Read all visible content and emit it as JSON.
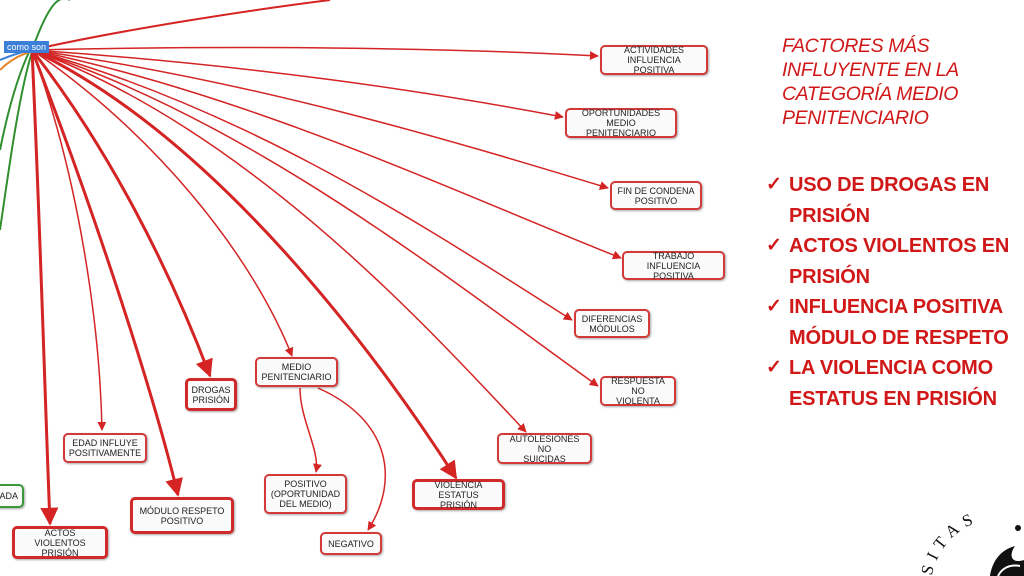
{
  "diagram": {
    "hub_label": "como son",
    "nodes": [
      {
        "id": "actividades",
        "label": "ACTIVIDADES\nINFLUENCIA POSITIVA"
      },
      {
        "id": "oportunidades",
        "label": "OPORTUNIDADES\nMEDIO PENITENCIARIO"
      },
      {
        "id": "fin-condena",
        "label": "FIN DE CONDENA\nPOSITIVO"
      },
      {
        "id": "trabajo",
        "label": "TRABAJO INFLUENCIA\nPOSITIVA"
      },
      {
        "id": "diferencias",
        "label": "DIFERENCIAS\nMÓDULOS"
      },
      {
        "id": "respuesta",
        "label": "RESPUESTA NO\nVIOLENTA"
      },
      {
        "id": "autolesiones",
        "label": "AUTOLESIONES NO\nSUICIDAS"
      },
      {
        "id": "violencia",
        "label": "VIOLENCIA\nESTATUS PRISIÓN"
      },
      {
        "id": "medio",
        "label": "MEDIO\nPENITENCIARIO"
      },
      {
        "id": "positivo",
        "label": "POSITIVO\n(OPORTUNIDAD\nDEL MEDIO)"
      },
      {
        "id": "negativo",
        "label": "NEGATIVO"
      },
      {
        "id": "drogas",
        "label": "DROGAS\nPRISIÓN"
      },
      {
        "id": "edad",
        "label": "EDAD INFLUYE\nPOSITIVAMENTE"
      },
      {
        "id": "modulo",
        "label": "MÓDULO RESPETO\nPOSITIVO"
      },
      {
        "id": "actos",
        "label": "ACTOS VIOLENTOS\nPRISIÓN"
      },
      {
        "id": "partial-left",
        "label": "ADA"
      }
    ]
  },
  "side_panel": {
    "title": "FACTORES MÁS INFLUYENTE EN LA CATEGORÍA MEDIO PENITENCIARIO",
    "check_glyph": "✓",
    "factors": [
      "USO DE DROGAS EN PRISIÓN",
      "ACTOS VIOLENTOS EN PRISIÓN",
      "INFLUENCIA POSITIVA MÓDULO DE RESPETO",
      "LA VIOLENCIA COMO ESTATUS EN PRISIÓN"
    ]
  },
  "colors": {
    "edge_red": "#d42424",
    "node_border": "#d23a3a",
    "text_red": "#d01818",
    "green_edge": "#2f8f2f",
    "orange_edge": "#e8862a",
    "blue_edge": "#3b7fd6",
    "hub_bg": "#3b7fd6"
  },
  "logo": {
    "text": "SITAS",
    "icon": "university-seal-icon"
  }
}
